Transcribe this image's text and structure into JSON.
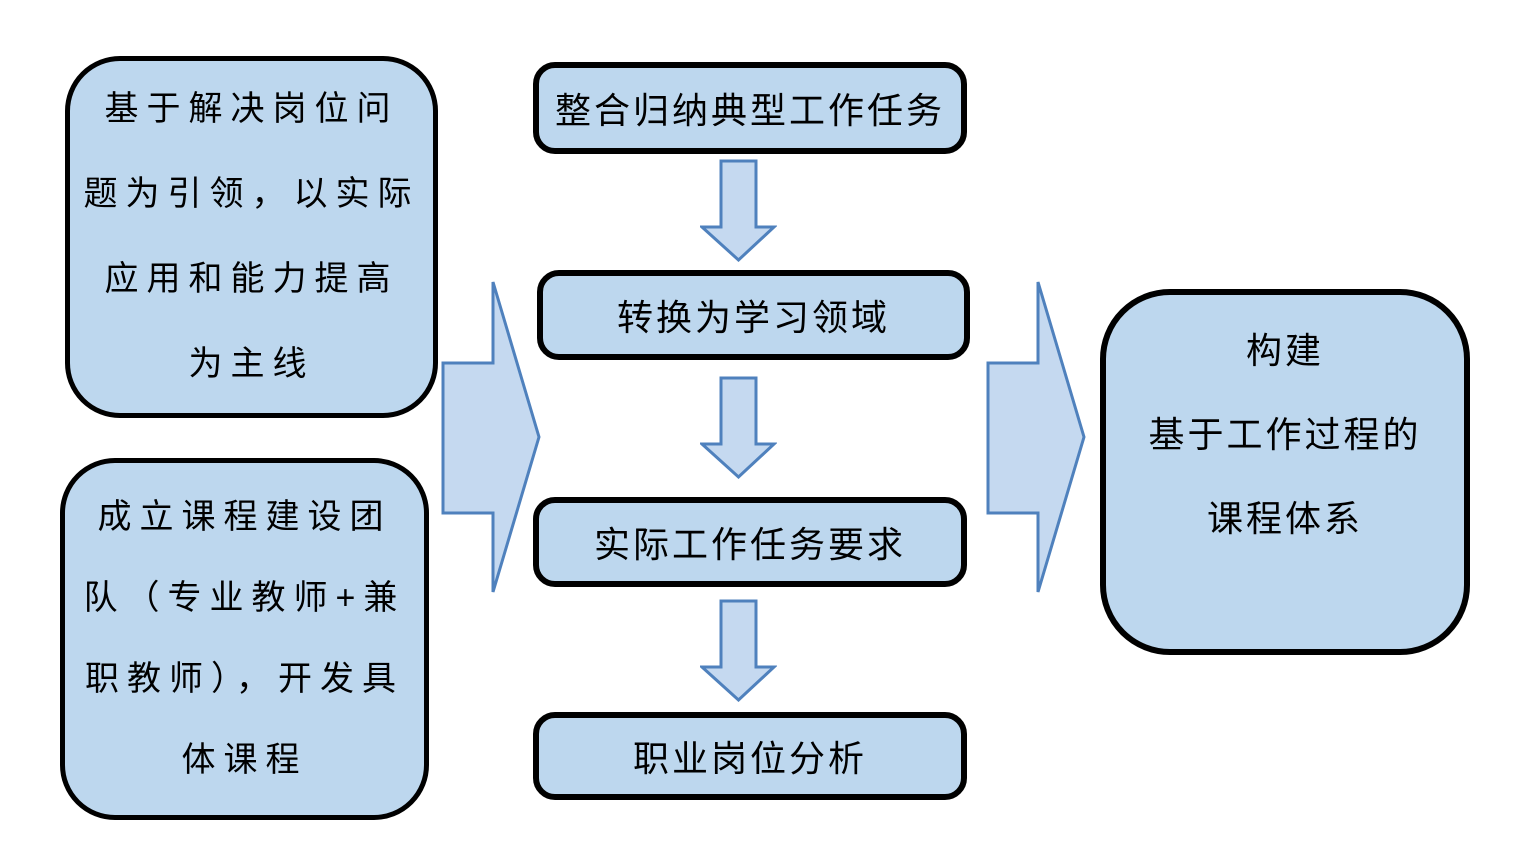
{
  "diagram": {
    "left_boxes": [
      {
        "name": "guideline",
        "line1": "基于解决岗位问",
        "line2": "题为引领，以实际",
        "line3": "应用和能力提高",
        "line4": "为主线"
      },
      {
        "name": "team",
        "line1": "成立课程建设团",
        "line2": "队（专业教师+兼",
        "line3": "职教师），开发具",
        "line4": "体课程"
      }
    ],
    "process_boxes": [
      {
        "label": "整合归纳典型工作任务"
      },
      {
        "label": "转换为学习领域"
      },
      {
        "label": "实际工作任务要求"
      },
      {
        "label": "职业岗位分析"
      }
    ],
    "result_box": {
      "line1": "构建",
      "line2": "基于工作过程的",
      "line3": "课程体系"
    },
    "colors": {
      "box_fill": "#bdd7ee",
      "box_border": "#000000",
      "arrow_fill": "#c5d9f0",
      "arrow_stroke": "#4f81bd",
      "background": "#ffffff"
    }
  }
}
